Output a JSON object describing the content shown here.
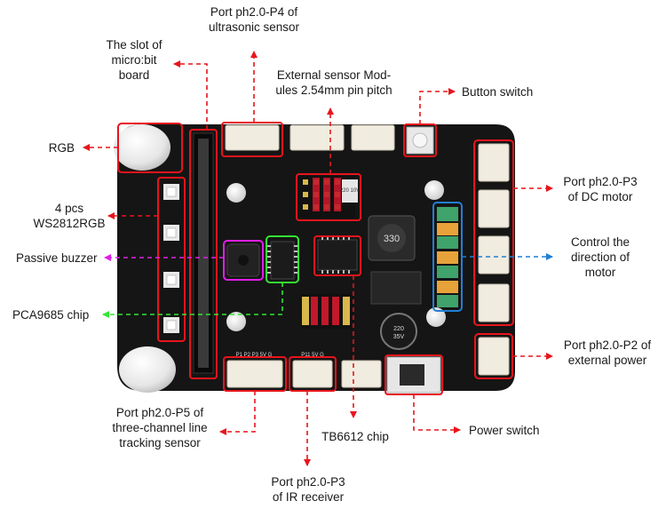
{
  "labels": {
    "ultrasonic": [
      "Port ph2.0-P4 of",
      "ultrasonic sensor"
    ],
    "microbit_slot": [
      "The slot of",
      "micro:bit",
      "board"
    ],
    "external_sensor": [
      "External sensor Mod-",
      "ules 2.54mm pin pitch"
    ],
    "button_switch": "Button switch",
    "rgb": "RGB",
    "ws2812": [
      "4 pcs",
      "WS2812RGB"
    ],
    "dc_motor": [
      "Port ph2.0-P3",
      "of DC motor"
    ],
    "control_direction": [
      "Control the",
      "direction of",
      "motor"
    ],
    "passive_buzzer": "Passive buzzer",
    "pca9685": "PCA9685 chip",
    "external_power": [
      "Port ph2.0-P2 of",
      "external power"
    ],
    "line_tracking": [
      "Port ph2.0-P5 of",
      "three-channel line",
      "tracking sensor"
    ],
    "tb6612": "TB6612 chip",
    "power_switch": "Power switch",
    "ir_receiver": [
      "Port ph2.0-P3",
      "of IR receiver"
    ]
  },
  "board_text": {
    "inductor": "330",
    "cap_small": "220\n10V",
    "cap_large": "220\n35V",
    "pin_row": "P1 P2 P3 5V G",
    "pin_row2": "P11 5V G"
  },
  "colors": {
    "board": "#151515",
    "red_marker": "#e8141c",
    "magenta_marker": "#e01ee8",
    "green_marker": "#33e633",
    "blue_marker": "#1f7fd6",
    "connector": "#f1ece0"
  }
}
